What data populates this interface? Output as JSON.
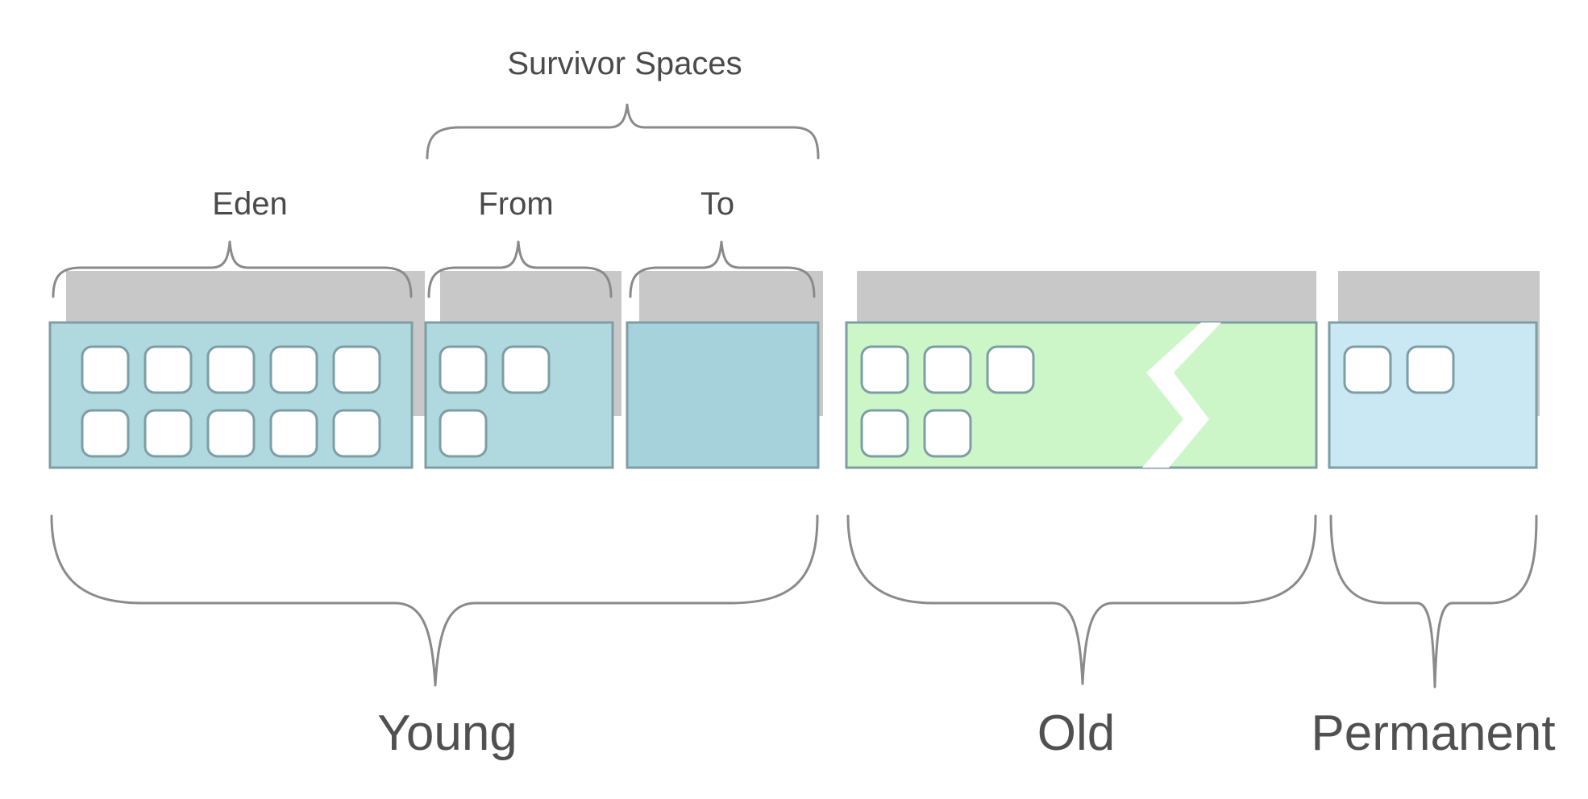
{
  "labels": {
    "survivor_spaces": "Survivor Spaces",
    "eden": "Eden",
    "from": "From",
    "to": "To",
    "young": "Young",
    "old": "Old",
    "permanent": "Permanent"
  },
  "regions": {
    "eden": {
      "objects": 10
    },
    "from": {
      "objects": 3
    },
    "to": {
      "objects": 0
    },
    "old": {
      "objects": 5
    },
    "permanent": {
      "objects": 2
    }
  },
  "colors": {
    "young_fill": "#b0d9df",
    "to_fill": "#a6d2db",
    "old_fill": "#cdf6c8",
    "perm_fill": "#cae7f4",
    "box_stroke": "#7f9ea4",
    "shadow": "#c8c8c8",
    "object_fill": "#ffffff",
    "object_stroke": "#7d9ea4",
    "brace_stroke": "#8a8a8a",
    "small_label": "#4a4a4a",
    "big_label": "#505050"
  },
  "icons": {
    "heap_object": "rounded-square",
    "old_break": "zigzag-break"
  }
}
